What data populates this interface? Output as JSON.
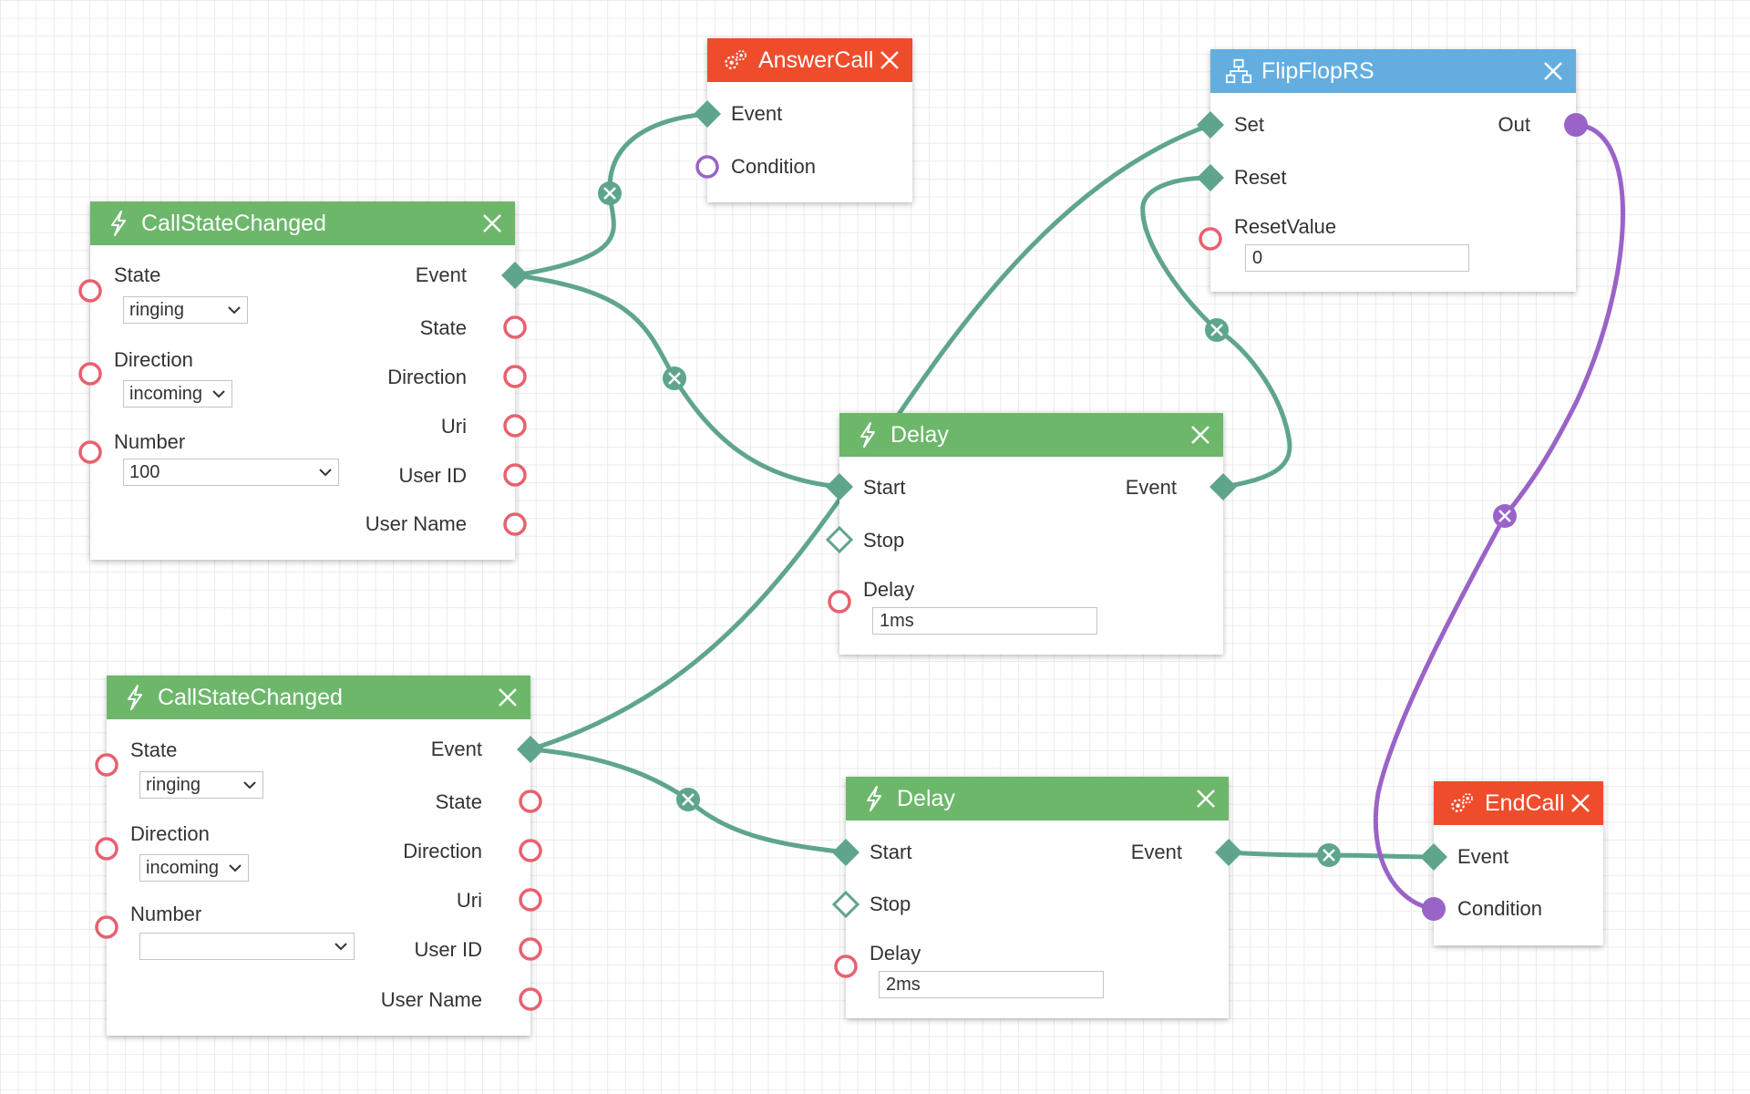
{
  "nodes": {
    "csc1": {
      "title": "CallStateChanged",
      "inputs": {
        "state_label": "State",
        "state_value": "ringing",
        "direction_label": "Direction",
        "direction_value": "incoming",
        "number_label": "Number",
        "number_value": "100"
      },
      "outputs": [
        "Event",
        "State",
        "Direction",
        "Uri",
        "User ID",
        "User Name"
      ]
    },
    "csc2": {
      "title": "CallStateChanged",
      "inputs": {
        "state_label": "State",
        "state_value": "ringing",
        "direction_label": "Direction",
        "direction_value": "incoming",
        "number_label": "Number",
        "number_value": ""
      },
      "outputs": [
        "Event",
        "State",
        "Direction",
        "Uri",
        "User ID",
        "User Name"
      ]
    },
    "answer": {
      "title": "AnswerCall",
      "inputs": [
        "Event",
        "Condition"
      ]
    },
    "flipflop": {
      "title": "FlipFlopRS",
      "inputs": [
        "Set",
        "Reset",
        "ResetValue"
      ],
      "reset_value": "0",
      "outputs": [
        "Out"
      ]
    },
    "delay1": {
      "title": "Delay",
      "inputs": [
        "Start",
        "Stop",
        "Delay"
      ],
      "delay_value": "1ms",
      "outputs": [
        "Event"
      ]
    },
    "delay2": {
      "title": "Delay",
      "inputs": [
        "Start",
        "Stop",
        "Delay"
      ],
      "delay_value": "2ms",
      "outputs": [
        "Event"
      ]
    },
    "endcall": {
      "title": "EndCall",
      "inputs": [
        "Event",
        "Condition"
      ]
    }
  },
  "colors": {
    "header_trigger": "#6db76b",
    "header_action": "#ef4c2c",
    "header_logic": "#64aedf",
    "event_wire": "#5fa58c",
    "bool_wire": "#9a63c8",
    "param_port": "#e8616f"
  },
  "icons": {
    "trigger": "lightning-bolt-icon",
    "action": "gears-icon",
    "logic": "flow-tree-icon",
    "close": "close-x-icon",
    "wire_delete": "wire-delete-icon",
    "dropdown": "chevron-down-icon"
  }
}
